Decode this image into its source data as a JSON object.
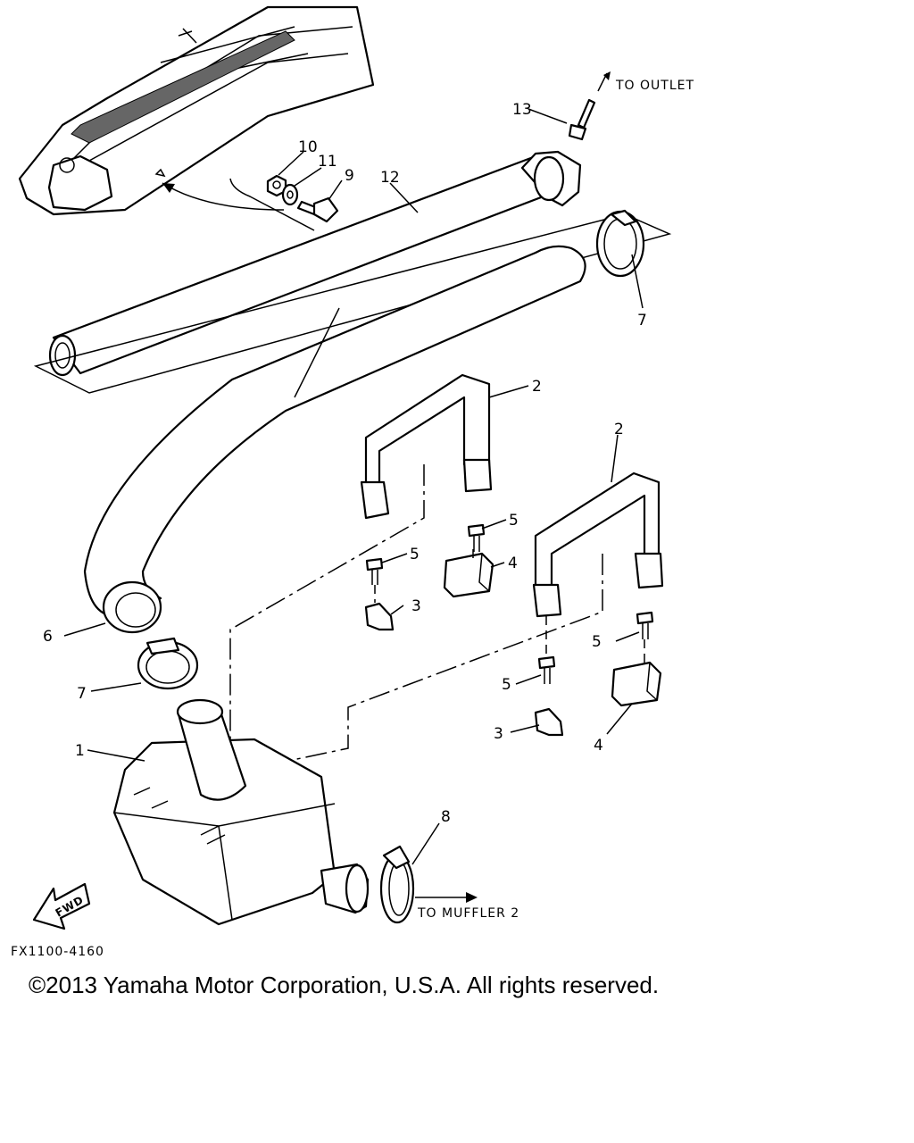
{
  "diagram": {
    "callouts": {
      "c1": "1",
      "c2a": "2",
      "c2b": "2",
      "c3a": "3",
      "c3b": "3",
      "c4a": "4",
      "c4b": "4",
      "c5a": "5",
      "c5b": "5",
      "c5c": "5",
      "c5d": "5",
      "c6": "6",
      "c7a": "7",
      "c7b": "7",
      "c8": "8",
      "c9": "9",
      "c10": "10",
      "c11": "11",
      "c12": "12",
      "c13": "13"
    },
    "notes": {
      "to_outlet": "TO OUTLET",
      "to_muffler": "TO MUFFLER 2",
      "fwd": "FWD",
      "figure_code": "FX1100-4160"
    }
  },
  "footer": {
    "copyright": "©2013 Yamaha Motor Corporation, U.S.A. All rights reserved."
  }
}
